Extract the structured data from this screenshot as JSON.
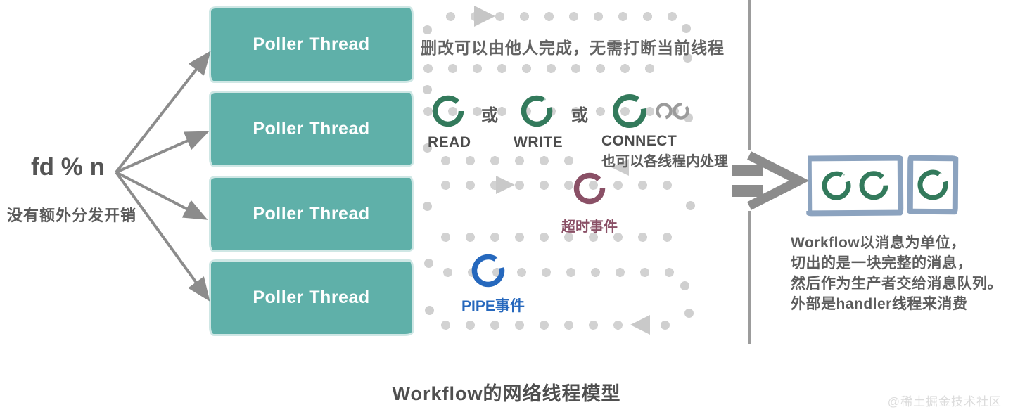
{
  "left_panel": {
    "formula": "fd % n",
    "note": "没有额外分发开销"
  },
  "poller_threads": [
    {
      "label": "Poller Thread"
    },
    {
      "label": "Poller Thread"
    },
    {
      "label": "Poller Thread"
    },
    {
      "label": "Poller Thread"
    }
  ],
  "events_panel": {
    "top_note": "删改可以由他人完成，无需打断当前线程",
    "or_label": "或",
    "read_label": "READ",
    "write_label": "WRITE",
    "connect_label": "CONNECT",
    "connect_note": "也可以各线程内处理",
    "timeout_label": "超时事件",
    "pipe_label": "PIPE事件"
  },
  "queue_panel": {
    "description_lines": [
      "Workflow以消息为单位，",
      "切出的是一块完整的消息，",
      "然后作为生产者交给消息队列。",
      "外部是handler线程来消费"
    ]
  },
  "caption": "Workflow的网络线程模型",
  "watermark": "@稀土掘金技术社区",
  "colors": {
    "poller_box_teal": "#5fb0a9",
    "event_ring_green": "#337a5c",
    "timeout_maroon": "#8a5066",
    "pipe_blue": "#2668bd",
    "frame_slate": "#8ca3bf",
    "arrow_gray": "#8c8c8c",
    "dot_gray": "#d2d2d2",
    "text_gray": "#5c5c5c"
  },
  "icons": {
    "event_ring": "hand-drawn open circle (C ring)",
    "flow_triangle": "play triangle",
    "double_arrow": "double chevron arrow",
    "linked_rings": "two small interlocked gray rings"
  }
}
